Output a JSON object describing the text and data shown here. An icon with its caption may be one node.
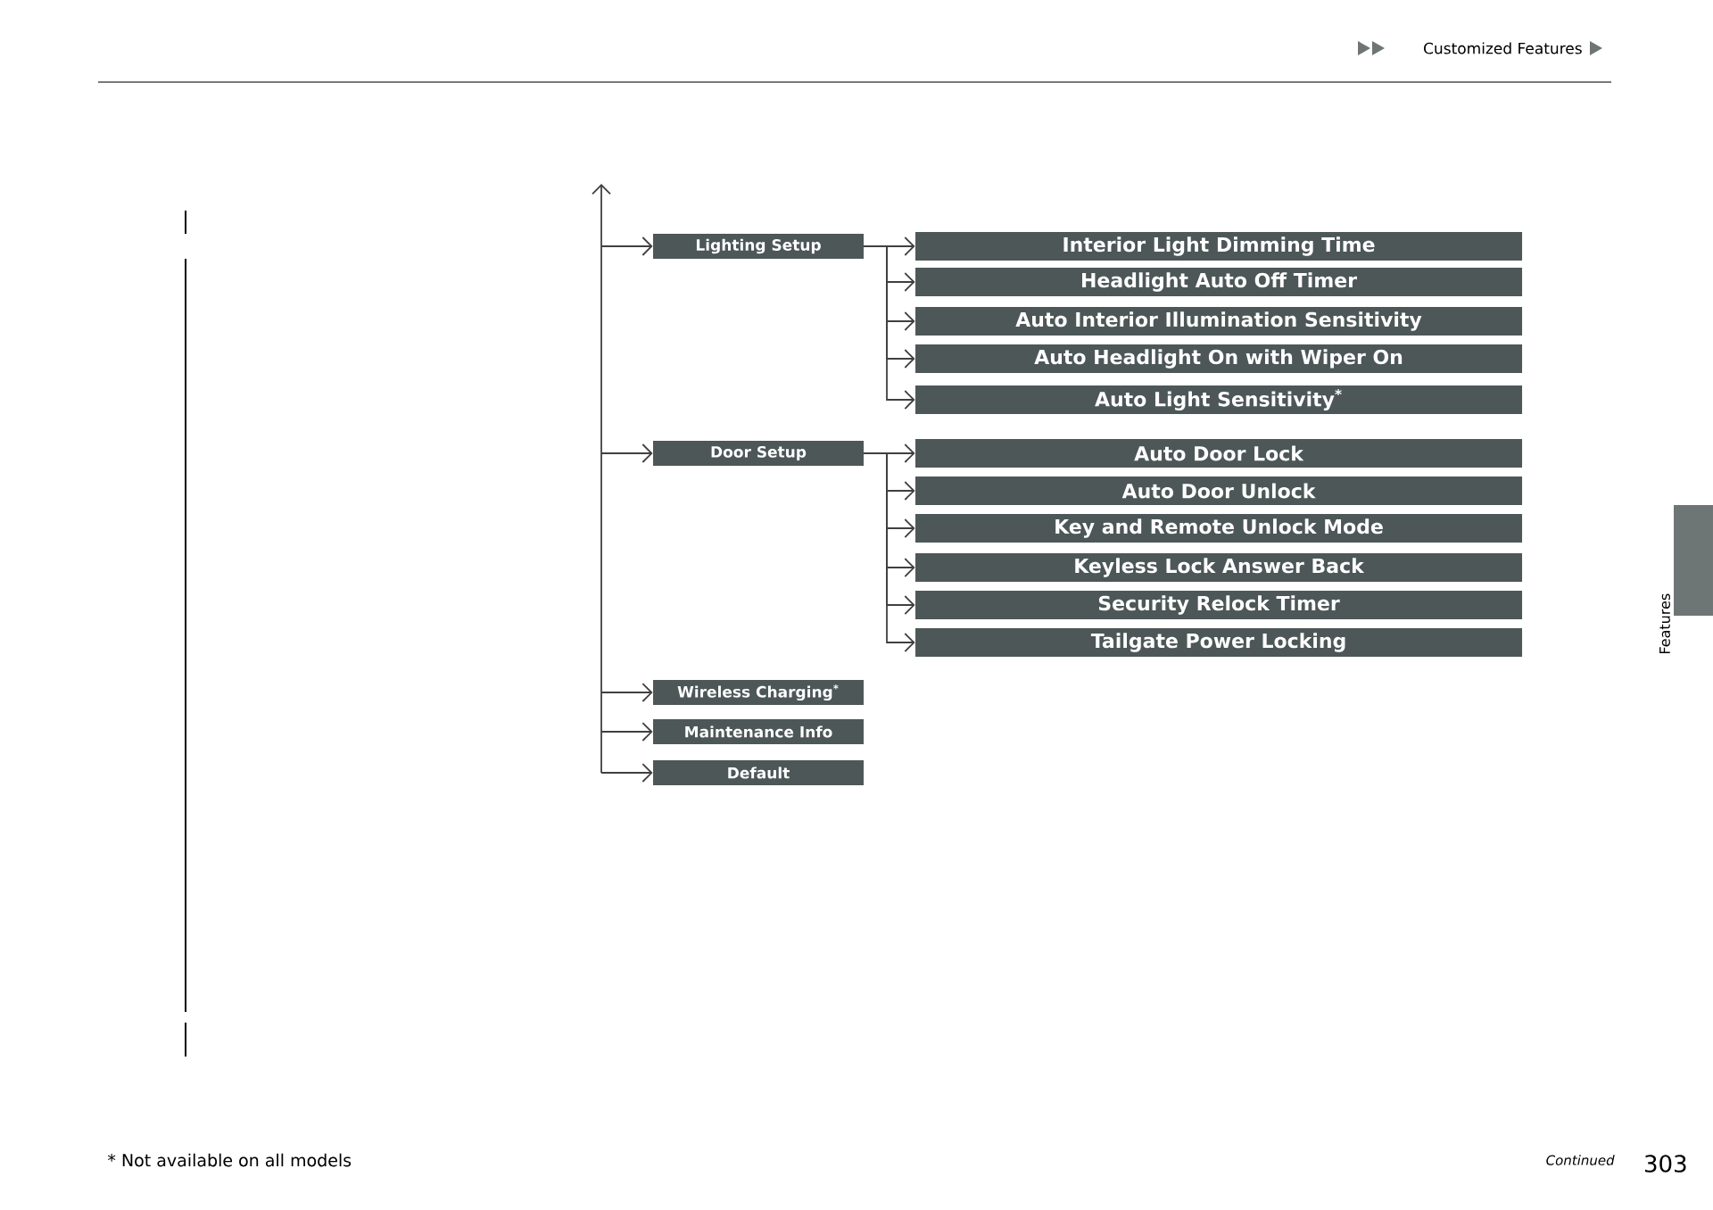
{
  "diagram": {
    "title": "Customized Features",
    "nodes": [
      {
        "text": [
          "Lighting Setup"
        ]
      },
      {
        "text": [
          "Interior Light Dimming Time"
        ]
      },
      {
        "text": [
          "Headlight Auto Off Timer"
        ]
      },
      {
        "text": [
          "Auto Interior Illumination Sensitivity"
        ]
      },
      {
        "text": [
          "Auto Headlight On with Wiper On"
        ]
      },
      {
        "text": [
          "Auto Light Sensitivity$^{*}$"
        ]
      },
      {
        "text": [
          "Door Setup"
        ]
      },
      {
        "text": [
          "Auto Door Lock"
        ]
      },
      {
        "text": [
          "Auto Door Unlock"
        ]
      },
      {
        "text": [
          "Key and Remote Unlock Mode"
        ]
      },
      {
        "text": [
          "Keyless Lock Answer Back"
        ]
      },
      {
        "text": [
          "Security Relock Timer"
        ]
      },
      {
        "text": [
          "Tailgate Power Locking"
        ]
      },
      {
        "text": [
          "Wireless Charging$^{*}$"
        ]
      },
      {
        "text": [
          "Maintenance Info"
        ]
      },
      {
        "text": [
          "Default"
        ]
      }
    ],
    "edges": [
      {
        "from": null,
        "to": 0,
        "arrow": "to"
      },
      {
        "from": 0,
        "to": 1,
        "arrow": "to"
      },
      {
        "from": 0,
        "to": 2,
        "arrow": "to"
      },
      {
        "from": 0,
        "to": 3,
        "arrow": "to"
      },
      {
        "from": 0,
        "to": 4,
        "arrow": "to"
      },
      {
        "from": 0,
        "to": 5,
        "arrow": "to"
      },
      {
        "from": null,
        "to": 6,
        "arrow": "to"
      },
      {
        "from": 6,
        "to": 7,
        "arrow": "to"
      },
      {
        "from": 6,
        "to": 8,
        "arrow": "to"
      },
      {
        "from": 6,
        "to": 9,
        "arrow": "to"
      },
      {
        "from": 6,
        "to": 10,
        "arrow": "to"
      },
      {
        "from": 6,
        "to": 11,
        "arrow": "to"
      },
      {
        "from": 6,
        "to": 12,
        "arrow": "to"
      },
      {
        "from": null,
        "to": 13,
        "arrow": "to"
      },
      {
        "from": null,
        "to": 14,
        "arrow": "to"
      },
      {
        "from": null,
        "to": 15,
        "arrow": "to"
      }
    ],
    "labels": [
      "Features",
      "* Not available on all models",
      "Continued",
      "303"
    ]
  }
}
